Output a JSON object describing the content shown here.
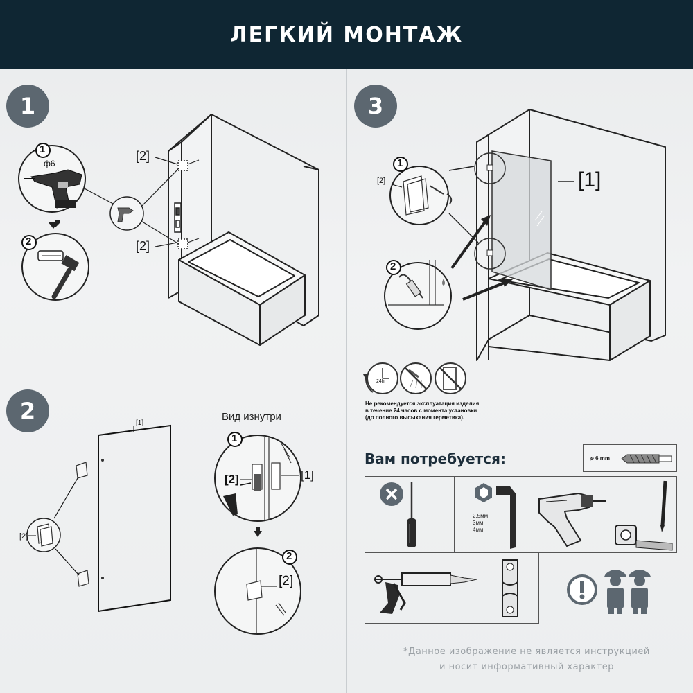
{
  "header": {
    "title": "ЛЕГКИЙ МОНТАЖ"
  },
  "steps": {
    "step1": {
      "badge": "1",
      "sub1": "1",
      "sub2": "2",
      "drill_size": "ф6",
      "label_top": "[2]",
      "label_bottom": "[2]"
    },
    "step2": {
      "badge": "2",
      "glass_label": "[1]",
      "bracket_label": "[2]",
      "inside_title": "Вид изнутри",
      "sub1": "1",
      "sub2": "2",
      "detail_label_2": "[2]",
      "detail_label_1": "[1]",
      "detail_label_2b": "[2]"
    },
    "step3": {
      "badge": "3",
      "sub1": "1",
      "sub2": "2",
      "bracket_label": "[2]",
      "glass_label": "[1]",
      "icon_24h": "24h"
    }
  },
  "warning": {
    "line1": "Не рекомендуется эксплуатация изделия",
    "line2": "в течение 24 часов с момента установки",
    "line3": "(до полного высыхания герметика)."
  },
  "tools": {
    "title": "Вам потребуется:",
    "drill_bit": "ø 6 mm",
    "hex_sizes": [
      "2,5мм",
      "3мм",
      "4мм"
    ],
    "icons": [
      "screwdriver-icon",
      "hex-key-icon",
      "drill-icon",
      "pencil-icon",
      "tape-measure-icon",
      "sealant-gun-icon",
      "spirit-level-icon",
      "two-workers-icon"
    ]
  },
  "footer": {
    "line1": "*Данное изображение не является инструкцией",
    "line2": "и носит информативный характер"
  },
  "colors": {
    "header_bg": "#0f2633",
    "badge_bg": "#5c6770",
    "background": "#eceeef"
  }
}
